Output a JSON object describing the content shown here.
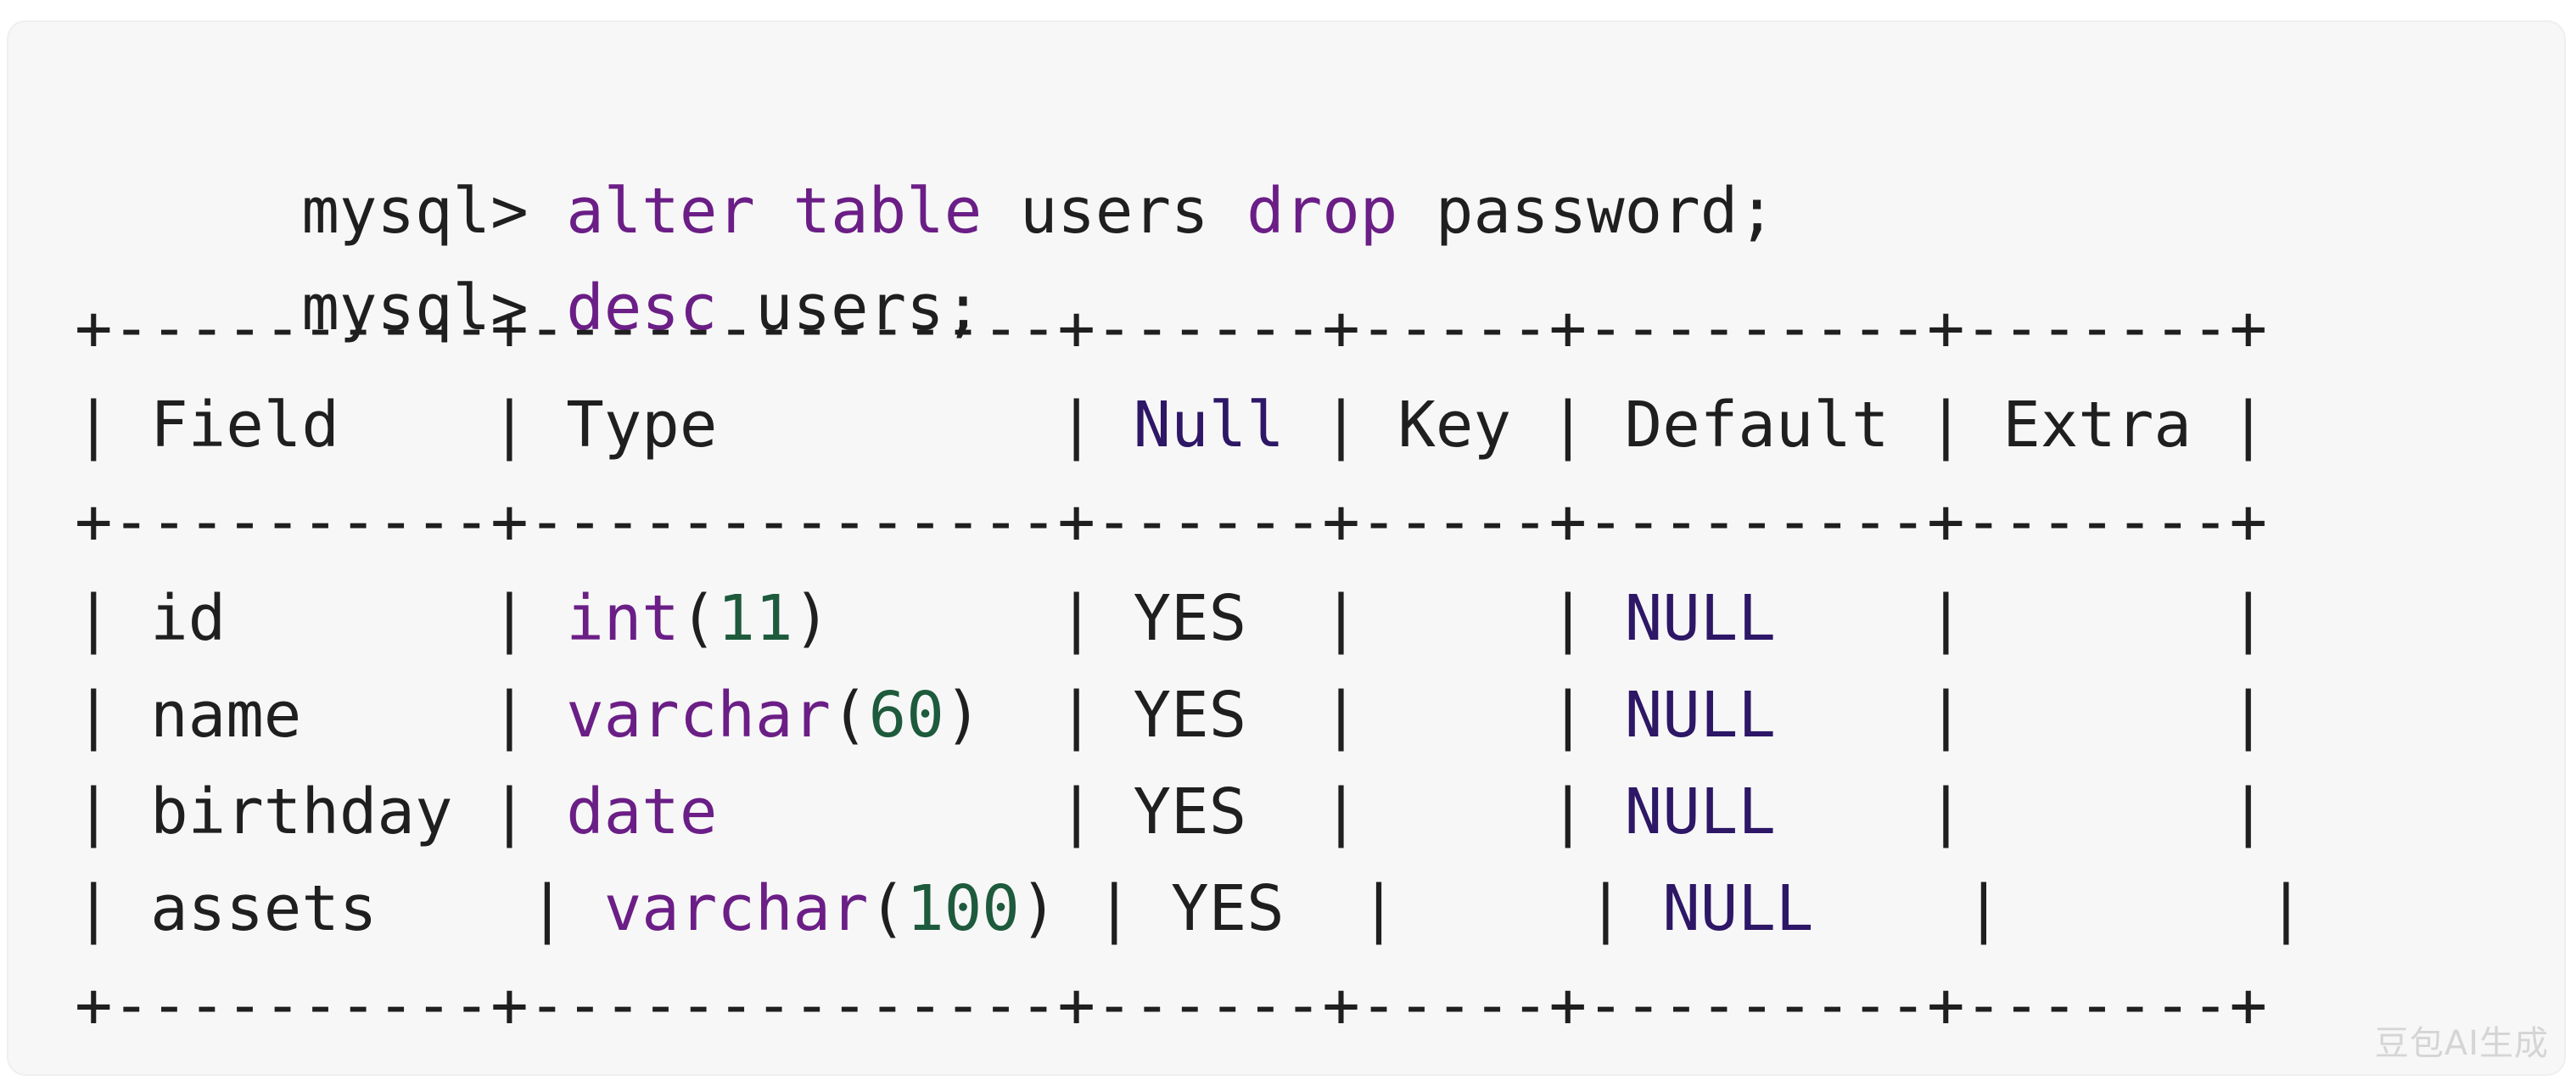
{
  "terminal": {
    "prompt": "mysql>",
    "commands": [
      {
        "parts": [
          {
            "text": " ",
            "kind": "plain"
          },
          {
            "text": "alter",
            "kind": "kw"
          },
          {
            "text": " ",
            "kind": "plain"
          },
          {
            "text": "table",
            "kind": "kw"
          },
          {
            "text": " users ",
            "kind": "plain"
          },
          {
            "text": "drop",
            "kind": "kw"
          },
          {
            "text": " password;",
            "kind": "plain"
          }
        ]
      },
      {
        "parts": [
          {
            "text": " ",
            "kind": "plain"
          },
          {
            "text": "desc",
            "kind": "kw"
          },
          {
            "text": " users;",
            "kind": "plain"
          }
        ]
      }
    ],
    "table": {
      "border": "+----------+--------------+------+-----+---------+-------+",
      "header_cells": [
        "Field",
        "Type",
        "Null",
        "Key",
        "Default",
        "Extra"
      ],
      "rows": [
        {
          "field": "id",
          "type_name": "int",
          "type_arg": "11",
          "null": "YES",
          "key": "",
          "default": "NULL",
          "extra": ""
        },
        {
          "field": "name",
          "type_name": "varchar",
          "type_arg": "60",
          "null": "YES",
          "key": "",
          "default": "NULL",
          "extra": ""
        },
        {
          "field": "birthday",
          "type_name": "date",
          "type_arg": "",
          "null": "YES",
          "key": "",
          "default": "NULL",
          "extra": ""
        },
        {
          "field": "assets",
          "type_name": "varchar",
          "type_arg": "100",
          "null": "YES",
          "key": "",
          "default": "NULL",
          "extra": ""
        }
      ]
    }
  },
  "watermark": "豆包AI生成",
  "colors": {
    "background": "#f7f7f7",
    "text": "#1f1f1f",
    "keyword": "#6b1e86",
    "number": "#1e5a3c",
    "null_value": "#2d1766"
  }
}
